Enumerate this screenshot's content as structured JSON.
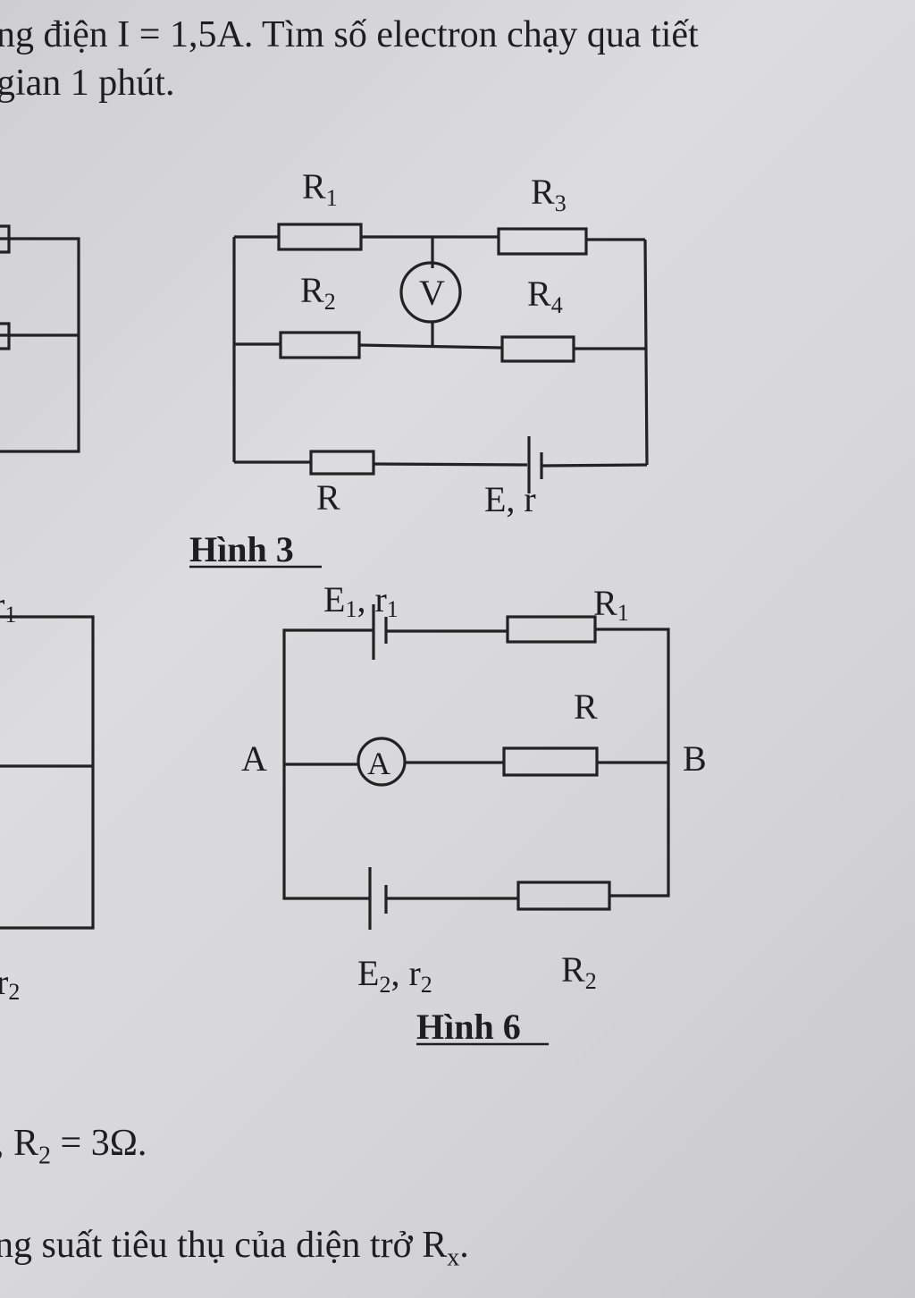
{
  "text": {
    "line1": "ng điện I = 1,5A. Tìm số electron chạy qua tiết",
    "line2": "gian 1 phút.",
    "line3_prefix": ", R",
    "line3_sub": "2",
    "line3_suffix": " = 3Ω.",
    "line4_prefix": "ng suất tiêu thụ của diện trở R",
    "line4_sub": "x",
    "line4_suffix": "."
  },
  "figure3": {
    "caption": "Hình 3",
    "r1": "R",
    "r1_sub": "1",
    "r2": "R",
    "r2_sub": "2",
    "r3": "R",
    "r3_sub": "3",
    "r4": "R",
    "r4_sub": "4",
    "voltmeter": "V",
    "r": "R",
    "source": "E, r"
  },
  "figure6": {
    "caption": "Hình 6",
    "e1": "E",
    "e1_sub": "1",
    "e1_rest": ", r",
    "r1s_sub": "1",
    "r1": "R",
    "r1_sub": "1",
    "r": "R",
    "node_a": "A",
    "node_b": "B",
    "ammeter": "A",
    "e2": "E",
    "e2_sub": "2",
    "e2_rest": ", r",
    "r2s_sub": "2",
    "r2": "R",
    "r2_sub": "2"
  },
  "partial": {
    "left_top_label": "r",
    "left_top_sub": "1",
    "left_bottom_label": "r",
    "left_bottom_sub": "2"
  }
}
